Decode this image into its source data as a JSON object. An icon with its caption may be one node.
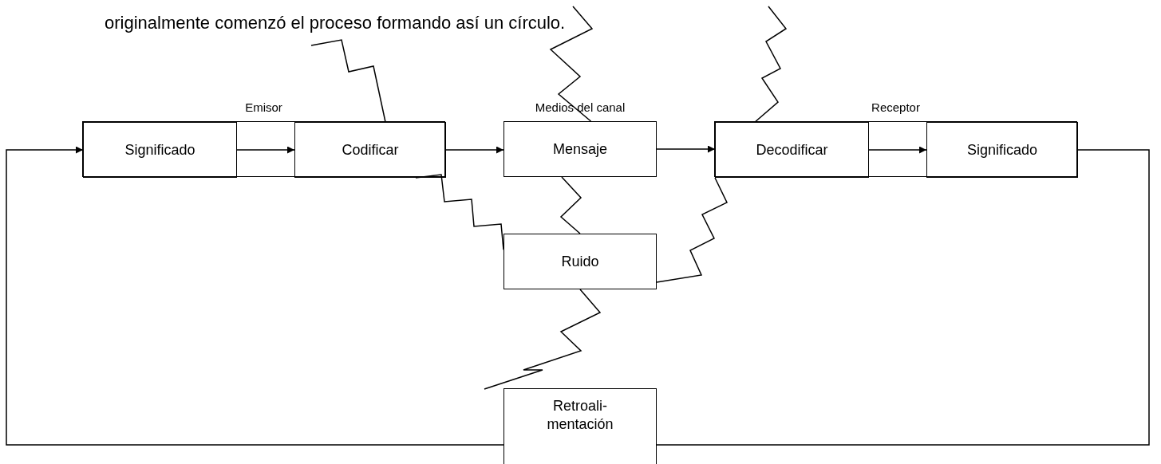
{
  "diagram": {
    "nodes": [
      {
        "text": [
          "Emisor"
        ]
      },
      {
        "text": [
          "Significado"
        ],
        "in": 0
      },
      {
        "text": [
          "Codificar"
        ],
        "in": 0
      },
      {
        "text": [
          "Medios del canal",
          "Mensaje"
        ]
      },
      {
        "text": [
          "Receptor"
        ]
      },
      {
        "text": [
          "Decodificar"
        ],
        "in": 4
      },
      {
        "text": [
          "Significado"
        ],
        "in": 4
      },
      {
        "text": [
          "Ruido"
        ]
      },
      {
        "text": [
          "Retroali- mentación"
        ]
      }
    ],
    "edges": [
      {
        "from": 1,
        "to": 2,
        "arrow": "to"
      },
      {
        "from": 2,
        "to": 3,
        "arrow": "to"
      },
      {
        "from": 3,
        "to": 5,
        "arrow": "to"
      },
      {
        "from": 5,
        "to": 6,
        "arrow": "to"
      },
      {
        "from": 6,
        "to": 8,
        "arrow": "none"
      },
      {
        "from": 8,
        "to": 1,
        "arrow": "to"
      },
      {
        "from": null,
        "to": 2,
        "arrow": "none"
      },
      {
        "from": null,
        "to": 3,
        "arrow": "none"
      },
      {
        "from": null,
        "to": 5,
        "arrow": "none"
      },
      {
        "from": 2,
        "to": 7,
        "arrow": "none"
      },
      {
        "from": 3,
        "to": 7,
        "arrow": "none"
      },
      {
        "from": 5,
        "to": 7,
        "arrow": "none"
      },
      {
        "from": 7,
        "to": null,
        "arrow": "none"
      }
    ],
    "labels": [
      "originalmente comenzó el proceso formando así un círculo."
    ]
  }
}
